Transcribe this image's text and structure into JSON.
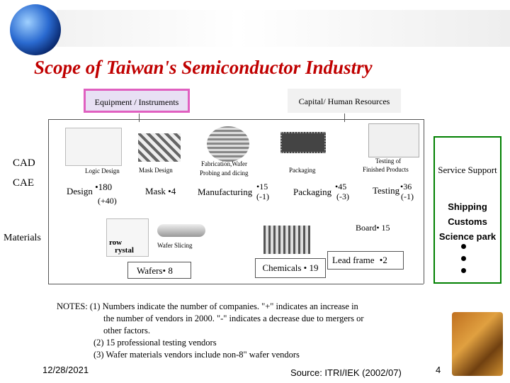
{
  "title": "Scope of Taiwan's Semiconductor Industry",
  "header": {
    "equipment": "Equipment / Instruments",
    "capital": "Capital/ Human Resources"
  },
  "left": {
    "cad": "CAD",
    "cae": "CAE",
    "materials": "Materials"
  },
  "stages": {
    "logic_design": "Logic Design",
    "mask_design": "Mask Design",
    "fabrication_1": "Fabrication,Wafer",
    "fabrication_2": "Probing and dicing",
    "packaging": "Packaging",
    "testing_1": "Testing of",
    "testing_2": "Finished Products"
  },
  "counts": {
    "design": {
      "label": "Design",
      "value": "180",
      "change": "(+40)"
    },
    "mask": {
      "label": "Mask",
      "value": "4"
    },
    "manufacturing": {
      "label": "Manufacturing",
      "value": "15",
      "change": "(-1)"
    },
    "packaging": {
      "label": "Packaging",
      "value": "45",
      "change": "(-3)"
    },
    "testing": {
      "label": "Testing",
      "value": "36",
      "change": "(-1)"
    },
    "board": {
      "label": "Board",
      "value": "15"
    },
    "wafers": {
      "label": "Wafers",
      "value": "8"
    },
    "chemicals": {
      "label": "Chemicals",
      "value": "19"
    },
    "leadframe": {
      "label": "Lead frame",
      "value": "2"
    }
  },
  "wafer_slicing": "Wafer Slicing",
  "crystal_1": "row",
  "crystal_2": "rystal",
  "bullet": "•",
  "service": {
    "title": "Service Support",
    "items": [
      "Shipping",
      "Customs",
      "Science park"
    ]
  },
  "notes": [
    "NOTES:  (1) Numbers indicate the number of companies. \"+\" indicates an increase in",
    "the number of vendors in 2000.  \"-\" indicates a decrease due to mergers or",
    "other factors.",
    "(2) 15 professional testing vendors",
    "(3) Wafer materials vendors include non-8\" wafer vendors"
  ],
  "footer": {
    "date": "12/28/2021",
    "source": "Source: ITRI/IEK (2002/07)",
    "page": "4"
  },
  "colors": {
    "title": "#c00000",
    "service_border": "#008000",
    "equipment_border": "#e060c0"
  }
}
